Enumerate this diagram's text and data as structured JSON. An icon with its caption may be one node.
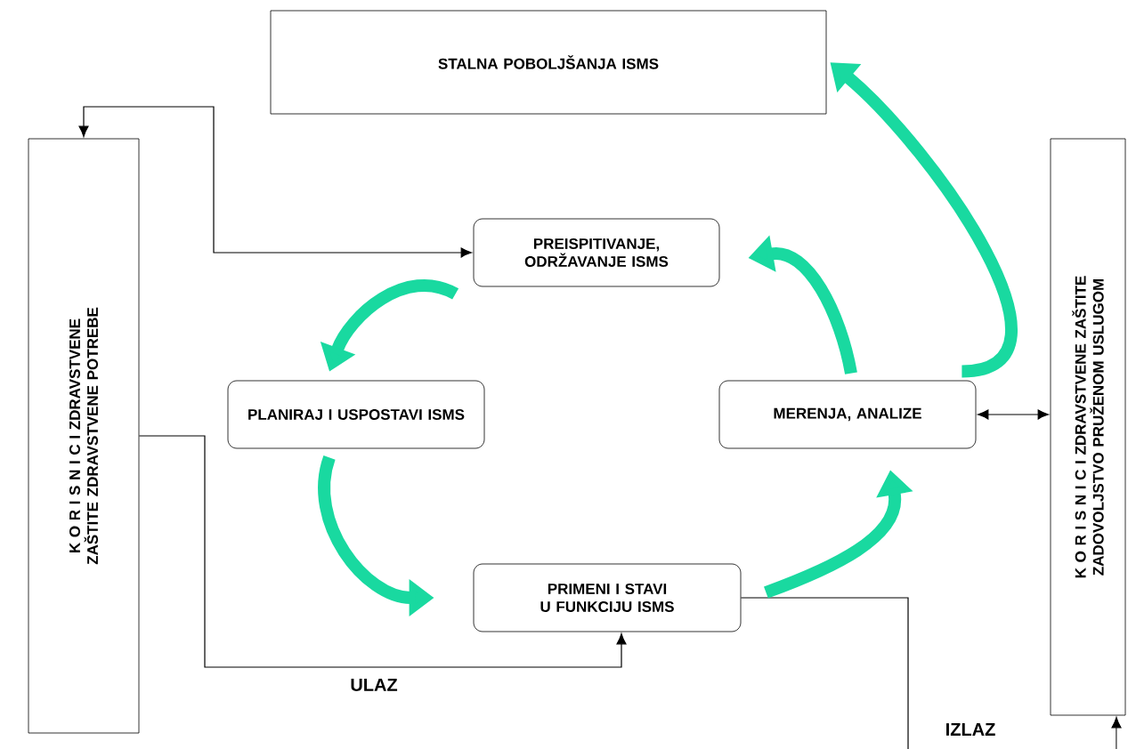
{
  "diagram": {
    "nodes": [
      {
        "text": [
          "STALNA POBOLJŠANJA ISMS"
        ]
      },
      {
        "text": [
          "K O R I S N I C I ZDRAVSTVENE ZAŠTITE ZDRAVSTVENE POTREBE"
        ]
      },
      {
        "text": [
          "PREISPITIVANJE, ODRŽAVANJE ISMS"
        ]
      },
      {
        "text": [
          "PLANIRAJ I USPOSTAVI ISMS"
        ]
      },
      {
        "text": [
          "MERENJA, ANALIZE"
        ]
      },
      {
        "text": [
          "PRIMENI I STAVI U FUNKCIJU ISMS"
        ]
      },
      {
        "text": [
          "K O R I S N I C I ZDRAVSTVENE ZAŠTITE ZADOVOLJSTVO PRUŽENOM USLUGOM"
        ]
      }
    ],
    "edges": [
      {
        "from": 2,
        "to": 1,
        "arrow": "both"
      },
      {
        "from": 1,
        "to": 5,
        "arrow": "to"
      },
      {
        "from": 4,
        "to": 6,
        "arrow": "both"
      },
      {
        "from": 5,
        "to": null,
        "arrow": "none"
      },
      {
        "from": null,
        "to": 6,
        "arrow": "to"
      },
      {
        "from": 2,
        "to": 3,
        "arrow": "to",
        "style": "thick",
        "color": "#19d9a0"
      },
      {
        "from": 3,
        "to": 5,
        "arrow": "to",
        "style": "thick",
        "color": "#19d9a0"
      },
      {
        "from": 5,
        "to": 4,
        "arrow": "to",
        "style": "thick",
        "color": "#19d9a0"
      },
      {
        "from": 4,
        "to": 2,
        "arrow": "to",
        "style": "thick",
        "color": "#19d9a0"
      },
      {
        "from": 4,
        "to": 0,
        "arrow": "to",
        "style": "thick",
        "color": "#19d9a0"
      }
    ],
    "labels": [
      "ULAZ",
      "IZLAZ"
    ]
  }
}
